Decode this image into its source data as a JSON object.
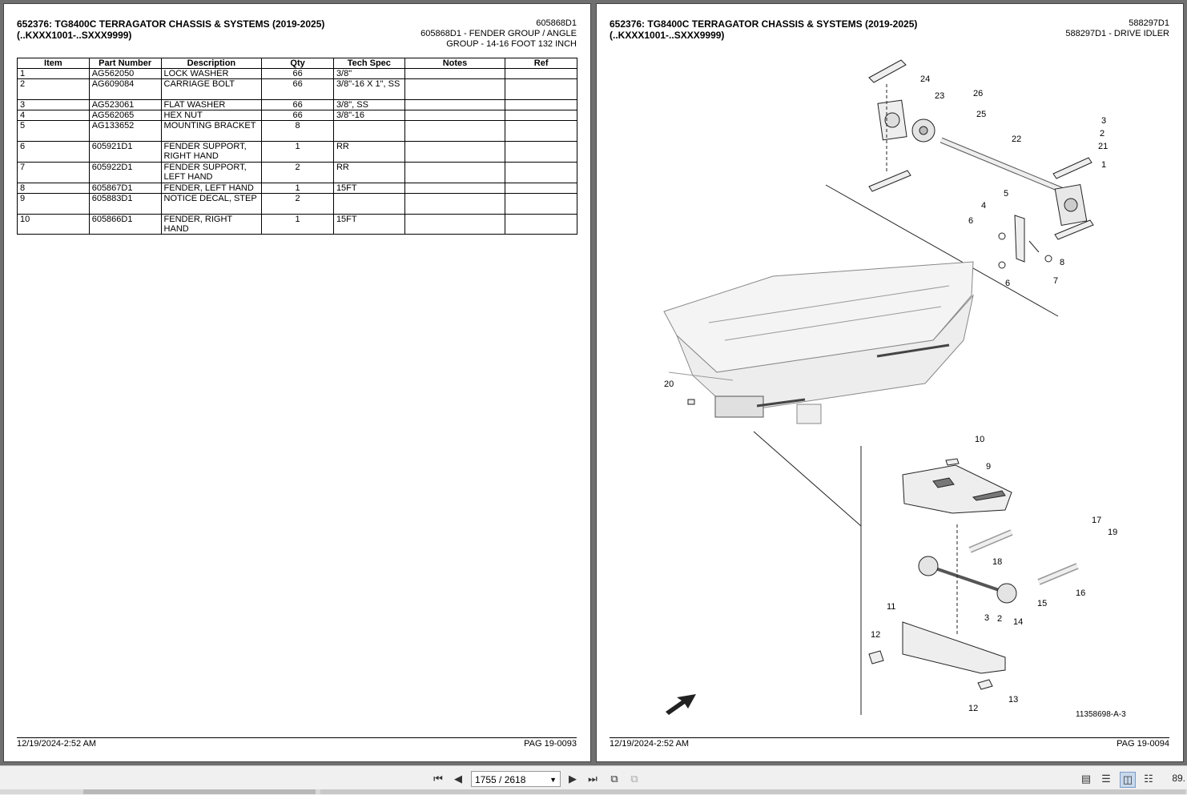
{
  "left_page": {
    "title_line1": "652376: TG8400C TERRAGATOR CHASSIS & SYSTEMS (2019-2025)",
    "title_line2": "(..KXXX1001-..SXXX9999)",
    "doc_number": "605868D1",
    "doc_desc_line1": "605868D1 - FENDER GROUP / ANGLE",
    "doc_desc_line2": "GROUP - 14-16 FOOT 132 INCH",
    "columns": [
      "Item",
      "Part Number",
      "Description",
      "Qty",
      "Tech Spec",
      "Notes",
      "Ref"
    ],
    "rows": [
      {
        "item": "1",
        "part": "AG562050",
        "desc": "LOCK WASHER",
        "qty": "66",
        "spec": "3/8\""
      },
      {
        "item": "2",
        "part": "AG609084",
        "desc": "CARRIAGE BOLT",
        "qty": "66",
        "spec": "3/8\"-16 X 1\", SS"
      },
      {
        "item": "3",
        "part": "AG523061",
        "desc": "FLAT WASHER",
        "qty": "66",
        "spec": "3/8\", SS"
      },
      {
        "item": "4",
        "part": "AG562065",
        "desc": "HEX NUT",
        "qty": "66",
        "spec": "3/8\"-16"
      },
      {
        "item": "5",
        "part": "AG133652",
        "desc": "MOUNTING BRACKET",
        "qty": "8",
        "spec": ""
      },
      {
        "item": "6",
        "part": "605921D1",
        "desc": "FENDER SUPPORT, RIGHT HAND",
        "qty": "1",
        "spec": "RR"
      },
      {
        "item": "7",
        "part": "605922D1",
        "desc": "FENDER SUPPORT, LEFT HAND",
        "qty": "2",
        "spec": "RR"
      },
      {
        "item": "8",
        "part": "605867D1",
        "desc": "FENDER, LEFT HAND",
        "qty": "1",
        "spec": "15FT"
      },
      {
        "item": "9",
        "part": "605883D1",
        "desc": "NOTICE DECAL, STEP",
        "qty": "2",
        "spec": ""
      },
      {
        "item": "10",
        "part": "605866D1",
        "desc": "FENDER, RIGHT HAND",
        "qty": "1",
        "spec": "15FT"
      }
    ],
    "footer_date": "12/19/2024-2:52 AM",
    "footer_page": "PAG 19-0093"
  },
  "right_page": {
    "title_line1": "652376: TG8400C TERRAGATOR CHASSIS & SYSTEMS (2019-2025)",
    "title_line2": "(..KXXX1001-..SXXX9999)",
    "doc_number": "588297D1",
    "doc_desc_line1": "588297D1 - DRIVE IDLER",
    "figure_id": "11358698-A-3",
    "callouts": [
      "24",
      "23",
      "26",
      "25",
      "22",
      "3",
      "2",
      "21",
      "1",
      "5",
      "4",
      "6",
      "8",
      "7",
      "6",
      "20",
      "10",
      "9",
      "17",
      "19",
      "18",
      "16",
      "15",
      "11",
      "3",
      "2",
      "14",
      "12",
      "13",
      "12"
    ],
    "footer_date": "12/19/2024-2:52 AM",
    "footer_page": "PAG 19-0094"
  },
  "toolbar": {
    "page_indicator": "1755 / 2618",
    "zoom": "89.",
    "icons": [
      "first-page-icon",
      "prev-page-icon",
      "next-page-icon",
      "last-page-icon",
      "rotate-icon",
      "copy-icon",
      "single-page-icon",
      "continuous-icon",
      "two-page-icon",
      "two-page-continuous-icon"
    ]
  }
}
